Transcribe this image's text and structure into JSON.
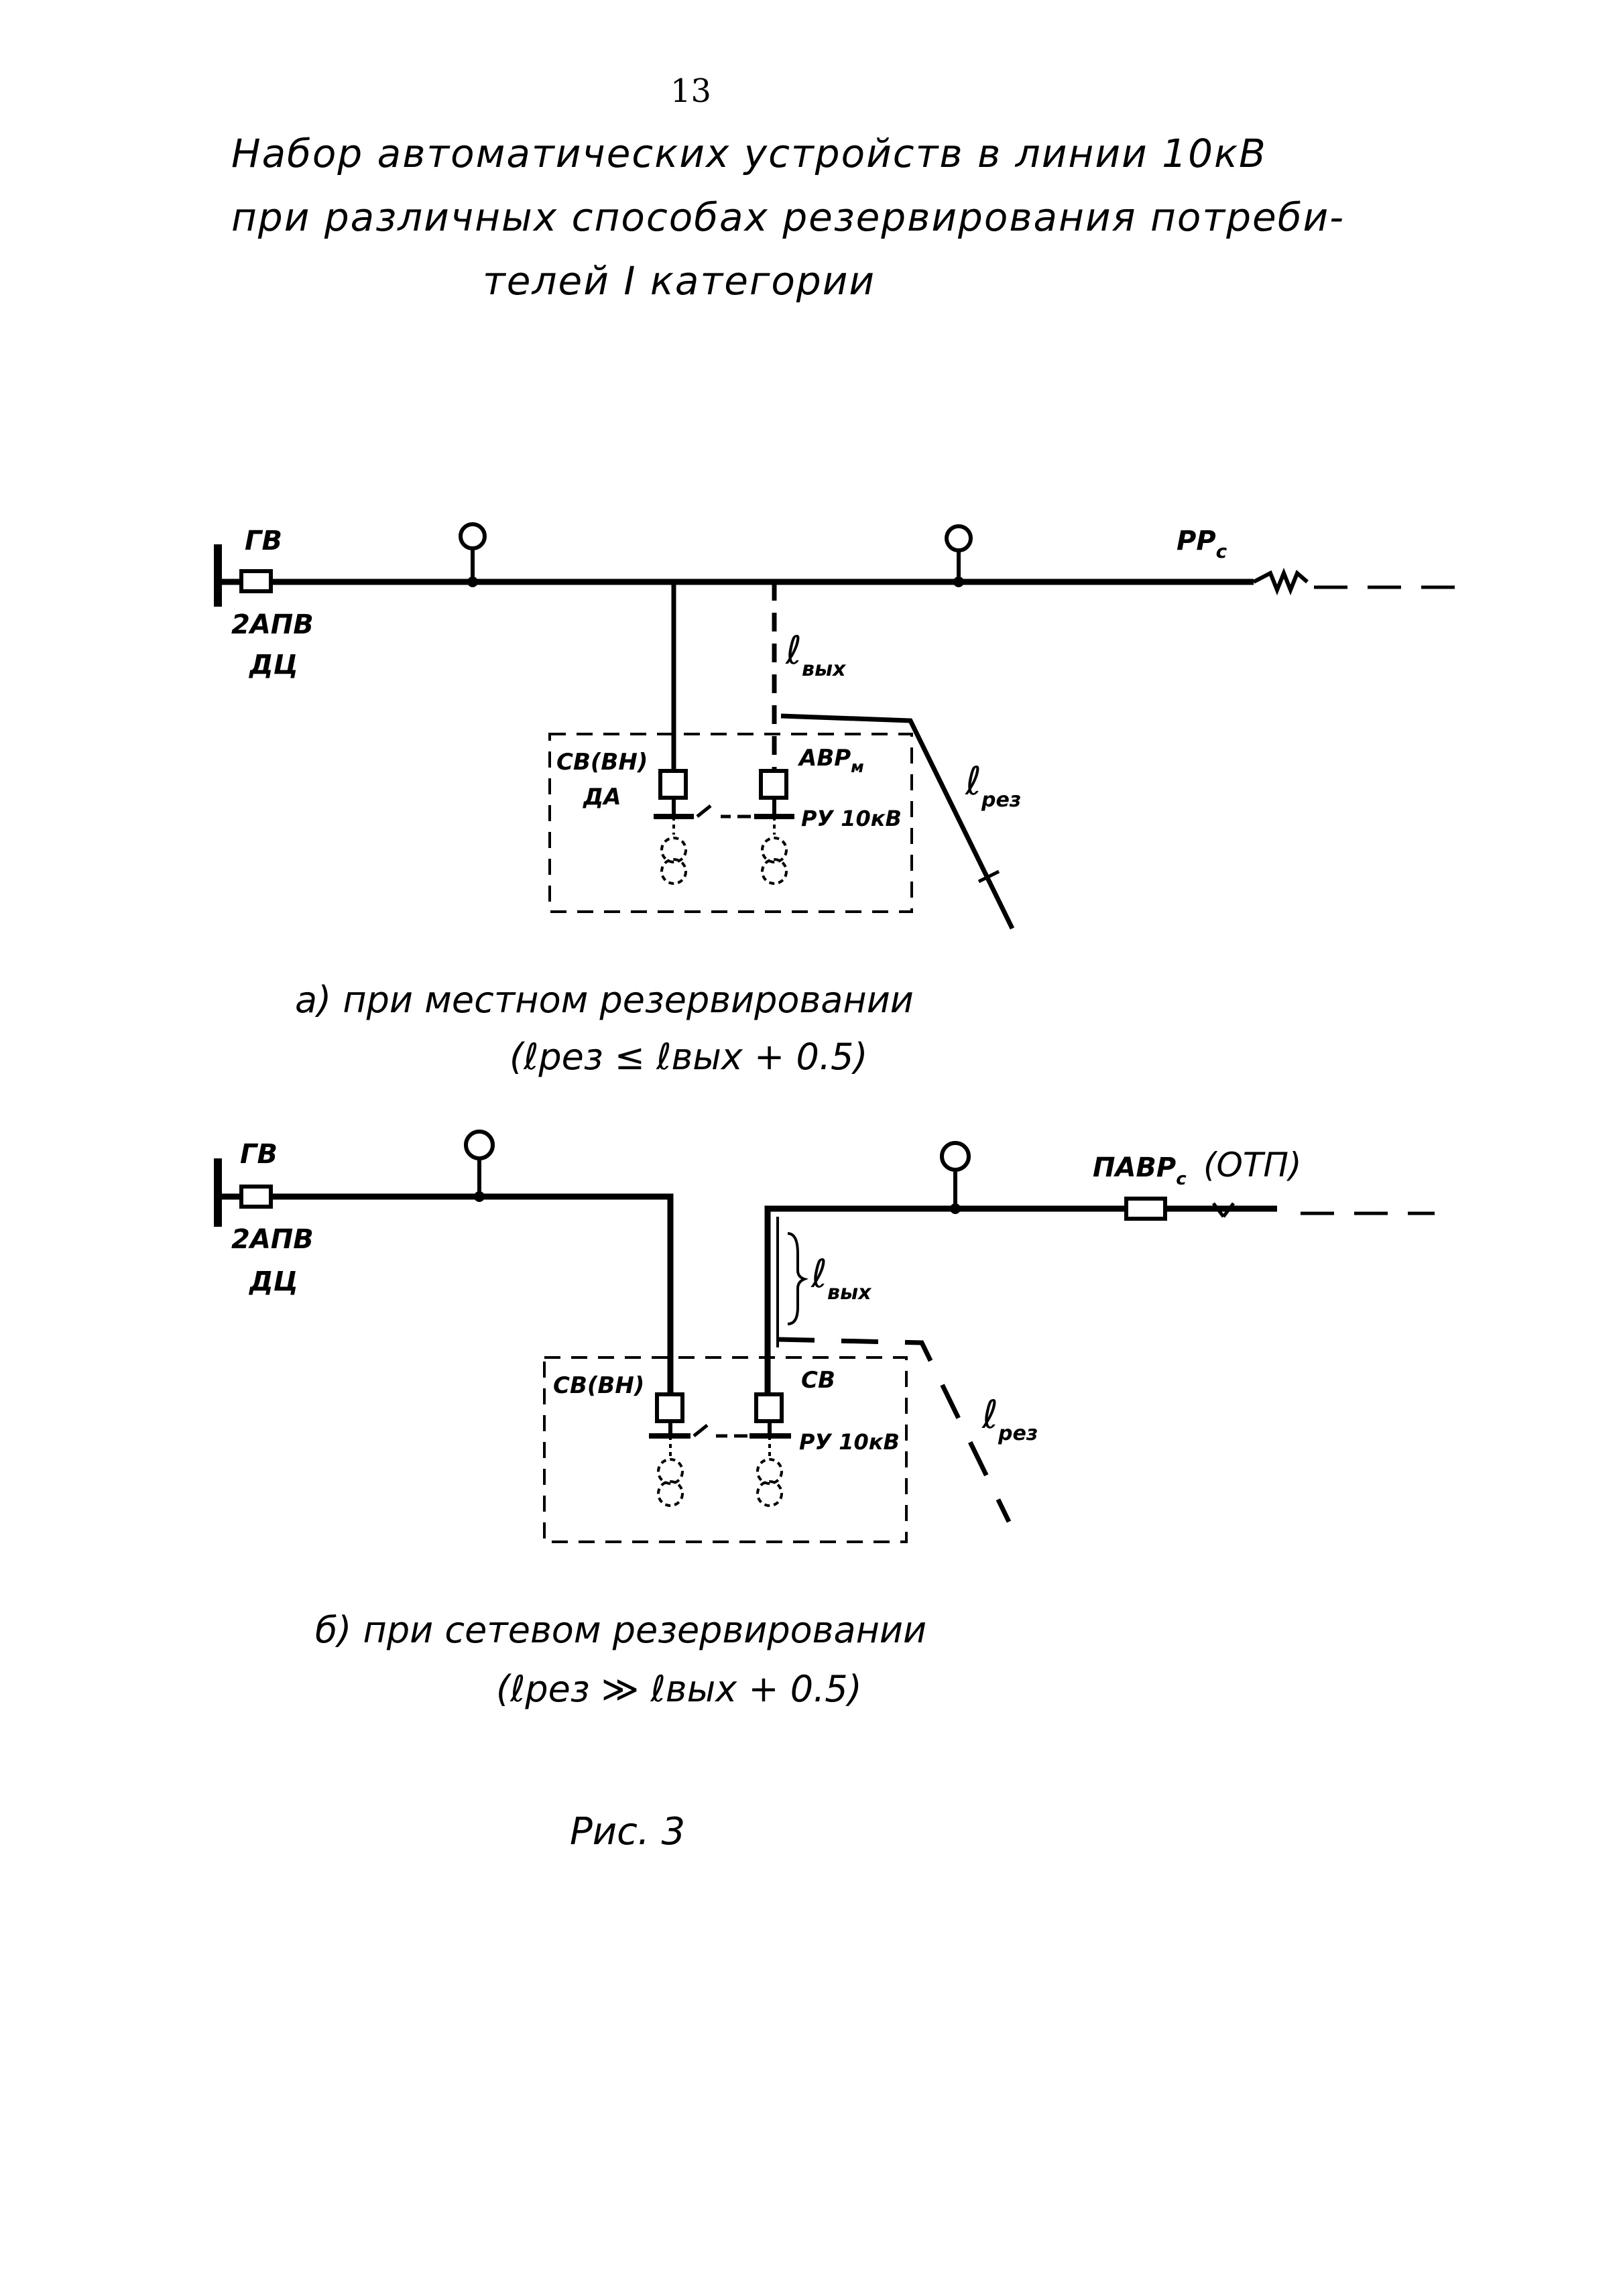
{
  "page_number": "13",
  "title": {
    "line1": "Набор автоматических устройств в линии 10кВ",
    "line2": "при различных способах резервирования потреби-",
    "line3": "телей I категории"
  },
  "diagram_a": {
    "label_gv": "ГВ",
    "label_gapv": "2АПВ",
    "label_dc": "ДЦ",
    "label_rr": "РР",
    "label_rr_sub": "с",
    "label_l_vyh": "ℓ",
    "label_l_vyh_sub": "вых",
    "label_l_rez": "ℓ",
    "label_l_rez_sub": "рез",
    "label_sv_vn": "СВ(ВН)",
    "label_da": "ДА",
    "label_avr": "АВР",
    "label_avr_sub": "м",
    "label_ru": "РУ 10кВ",
    "caption_line1": "а) при   местном  резервировании",
    "caption_line2": "(ℓрез ≤ ℓвых + 0.5)"
  },
  "diagram_b": {
    "label_gv": "ГВ",
    "label_gapv": "2АПВ",
    "label_dc": "ДЦ",
    "label_pavr": "ПАВР",
    "label_pavr_sub": "с",
    "label_otp": "(ОТП)",
    "label_l_vyh": "ℓ",
    "label_l_vyh_sub": "вых",
    "label_l_rez": "ℓ",
    "label_l_rez_sub": "рез",
    "label_sv_vn": "СВ(ВН)",
    "label_sv": "СВ",
    "label_ru": "РУ 10кВ",
    "caption_line1": "б) при  сетевом  резервировании",
    "caption_line2": "(ℓрез ≫ ℓвых + 0.5)"
  },
  "figure_caption": "Рис. 3"
}
